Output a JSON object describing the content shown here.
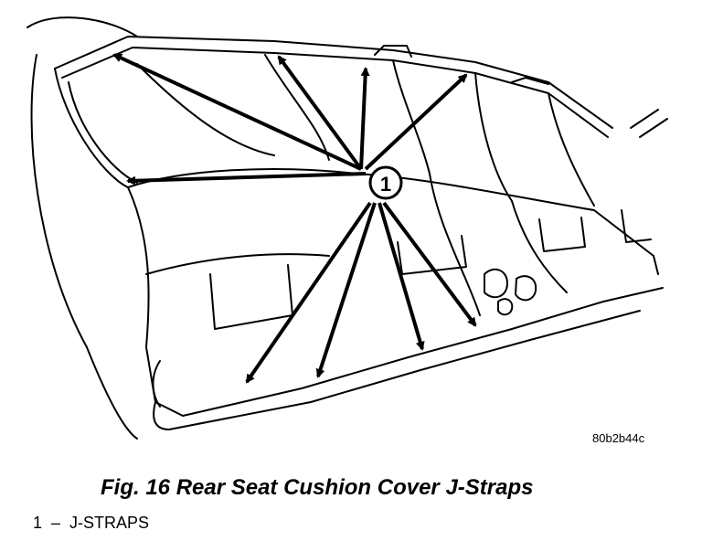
{
  "figure": {
    "callout": "1",
    "code": "80b2b44c",
    "caption": "Fig. 16 Rear Seat Cushion Cover J-Straps"
  },
  "legend": {
    "number": "1",
    "separator": "–",
    "label": "J-STRAPS"
  }
}
